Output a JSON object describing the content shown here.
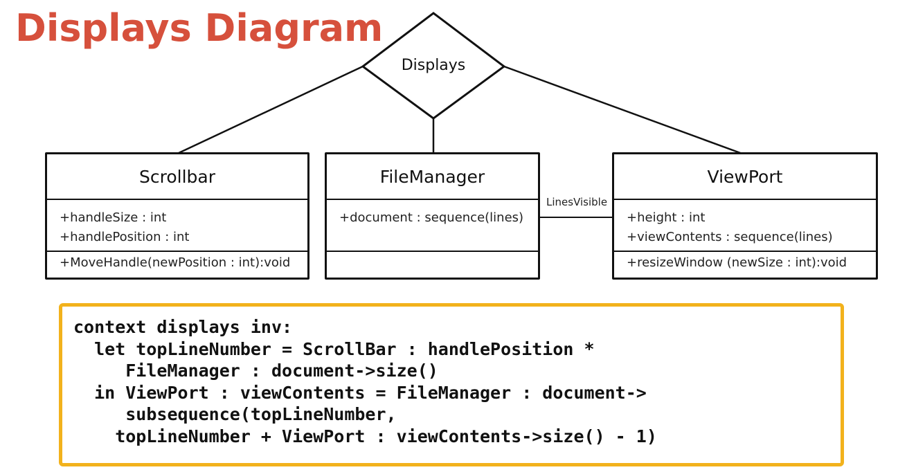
{
  "title": "Displays Diagram",
  "relationship": {
    "label": "Displays"
  },
  "association": {
    "label": "LinesVisible"
  },
  "classes": {
    "scrollbar": {
      "name": "Scrollbar",
      "attributes": [
        "+handleSize  :  int",
        "+handlePosition  :  int"
      ],
      "operations": [
        "+MoveHandle(newPosition  :  int):void"
      ]
    },
    "filemanager": {
      "name": "FileManager",
      "attributes": [
        "+document  :  sequence(lines)"
      ],
      "operations": []
    },
    "viewport": {
      "name": "ViewPort",
      "attributes": [
        "+height  :  int",
        "+viewContents  :  sequence(lines)"
      ],
      "operations": [
        "+resizeWindow  (newSize  :  int):void"
      ]
    }
  },
  "ocl": {
    "lines": [
      "context displays inv:",
      "  let topLineNumber = ScrollBar : handlePosition *",
      "     FileManager : document->size()",
      "  in ViewPort : viewContents = FileManager : document->",
      "     subsequence(topLineNumber,",
      "    topLineNumber + ViewPort : viewContents->size() - 1)"
    ]
  },
  "colors": {
    "title": "#d6503c",
    "ocl_border": "#f2b21c",
    "lines": "#111111"
  }
}
